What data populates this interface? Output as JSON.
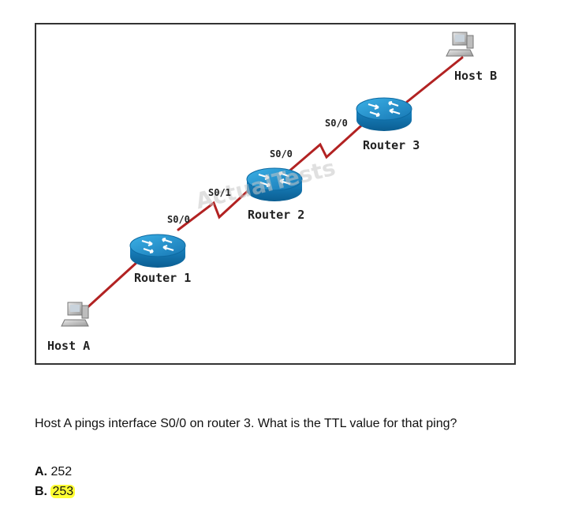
{
  "diagram": {
    "watermark": "ActualTests",
    "devices": {
      "host_a": "Host A",
      "host_b": "Host B",
      "router_1": "Router 1",
      "router_2": "Router 2",
      "router_3": "Router 3"
    },
    "interfaces": {
      "r1_s0_0": "S0/0",
      "r2_s0_1": "S0/1",
      "r2_s0_0": "S0/0",
      "r3_s0_0": "S0/0"
    },
    "colors": {
      "link": "#b22222",
      "router": "#1a8fc9",
      "frame": "#333333"
    }
  },
  "question": {
    "text": "Host A pings interface S0/0 on router 3. What is the TTL value for that ping?"
  },
  "answers": [
    {
      "letter": "A.",
      "text": "252",
      "highlighted": false
    },
    {
      "letter": "B.",
      "text": "253",
      "highlighted": true
    }
  ]
}
